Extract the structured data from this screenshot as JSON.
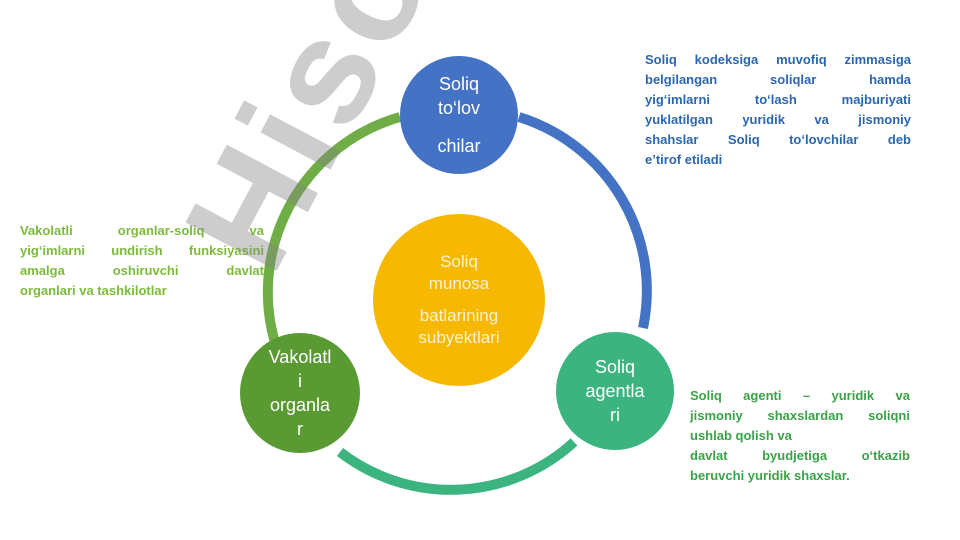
{
  "colors": {
    "taxpayers": "#4472c4",
    "agents": "#3cb47f",
    "authorities": "#5a9a32",
    "center": "#f6b800",
    "arc_top_right": "#4472c4",
    "arc_bottom": "#3cb47f",
    "arc_left": "#70ad47"
  },
  "center": {
    "line1": "Soliq",
    "line2": "munosa",
    "line3": "batlarining",
    "line4": "subyektlari"
  },
  "nodes": {
    "taxpayers": {
      "line1": "Soliq",
      "line2": "to‘lov",
      "line3": "chilar"
    },
    "agents": {
      "line1": "Soliq",
      "line2": "agentla",
      "line3": "ri"
    },
    "authorities": {
      "line1": "Vakolatl",
      "line2": "i",
      "line3": "organla",
      "line4": "r"
    }
  },
  "notes": {
    "taxpayers": {
      "lines": [
        "Soliq kodeksiga muvofiq zimmasiga",
        "belgilangan soliqlar hamda",
        "yig‘imlarni to‘lash majburiyati",
        "yuklatilgan yuridik va jismoniy",
        "shahslar Soliq to‘lovchilar deb",
        "e’tirof etiladi"
      ]
    },
    "authorities": {
      "lines": [
        "Vakolatli organlar-soliq va",
        "yig‘imlarni undirish funksiyasini",
        "amalga oshiruvchi davlat",
        "organlari va tashkilotlar"
      ]
    },
    "agents": {
      "lines": [
        "Soliq agenti – yuridik va",
        "jismoniy shaxslardan soliqni",
        "ushlab qolish va",
        "davlat byudjetiga o‘tkazib",
        "beruvchi yuridik shaxslar."
      ]
    }
  },
  "watermark": {
    "text": "Hisob"
  }
}
